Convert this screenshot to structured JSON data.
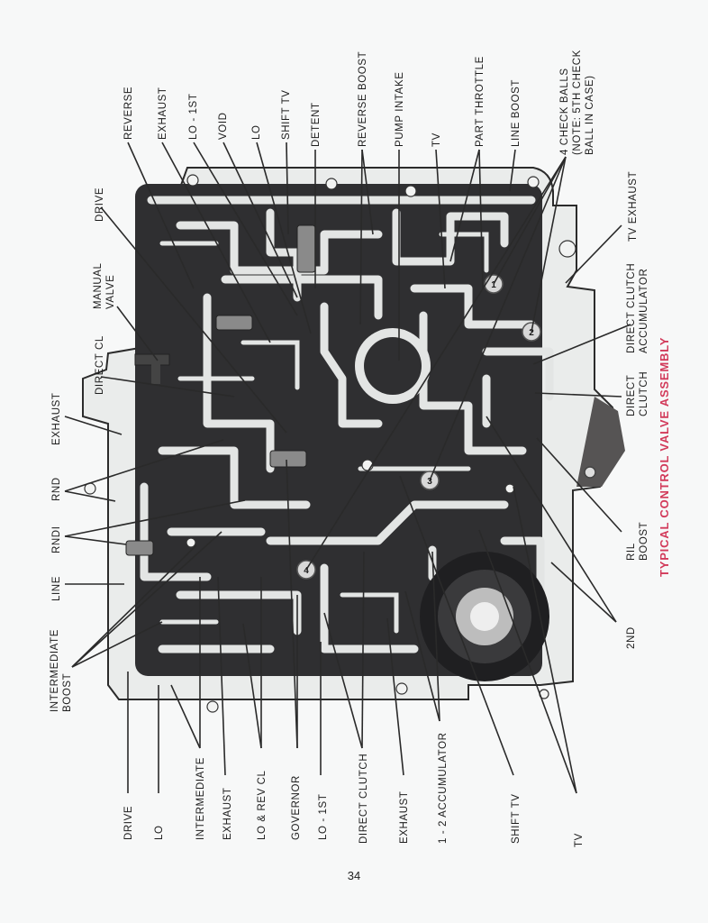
{
  "title": "TYPICAL CONTROL VALVE ASSEMBLY",
  "title_color": "#d23a5a",
  "page_number": "34",
  "check_balls": [
    "1",
    "2",
    "3",
    "4"
  ],
  "labels_top": [
    "REVERSE",
    "EXHAUST",
    "LO - 1ST",
    "VOID",
    "LO",
    "SHIFT TV",
    "DETENT",
    "REVERSE BOOST",
    "PUMP INTAKE",
    "TV",
    "PART THROTTLE",
    "LINE BOOST"
  ],
  "check_balls_note": [
    "4 CHECK BALLS",
    "(NOTE: 5TH CHECK",
    "BALL IN CASE)"
  ],
  "labels_left": [
    "DRIVE",
    [
      "MANUAL",
      "VALVE"
    ],
    "DIRECT CL",
    "EXHAUST",
    "RND",
    "RNDI",
    "LINE",
    [
      "INTERMEDIATE",
      "BOOST"
    ]
  ],
  "labels_bottom": [
    "DRIVE",
    "LO",
    "INTERMEDIATE",
    "EXHAUST",
    "LO & REV CL",
    "GOVERNOR",
    "LO - 1ST",
    "DIRECT CLUTCH",
    "EXHAUST",
    "1 - 2 ACCUMULATOR",
    "SHIFT TV",
    "TV"
  ],
  "labels_right": [
    "TV EXHAUST",
    [
      "DIRECT CLUTCH",
      "ACCUMULATOR"
    ],
    [
      "DIRECT",
      "CLUTCH"
    ],
    [
      "RIL",
      "BOOST"
    ],
    "2ND"
  ]
}
